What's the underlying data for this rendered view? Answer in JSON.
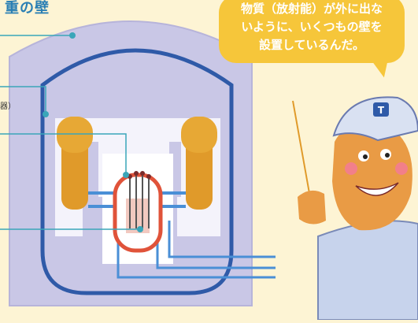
{
  "title": "重の壁",
  "label_fragment": "器）",
  "speech": {
    "lines": [
      "物質（放射能）が外に出な",
      "いように、いくつもの壁を",
      "設置しているんだ。"
    ]
  },
  "character_cap_badge": "T",
  "colors": {
    "background": "#fdf4d4",
    "title": "#2a7fb4",
    "bubble": "#f6c63a",
    "outer_wall": "#c9c7e6",
    "containment_line": "#2f5aa8",
    "leader_line": "#3aa6b9",
    "steam_generator": "#e09a2a",
    "reactor_vessel": "#e0533a",
    "pipe": "#4a8fd6",
    "uniform": "#c7d3ec",
    "skin": "#e99b45"
  }
}
